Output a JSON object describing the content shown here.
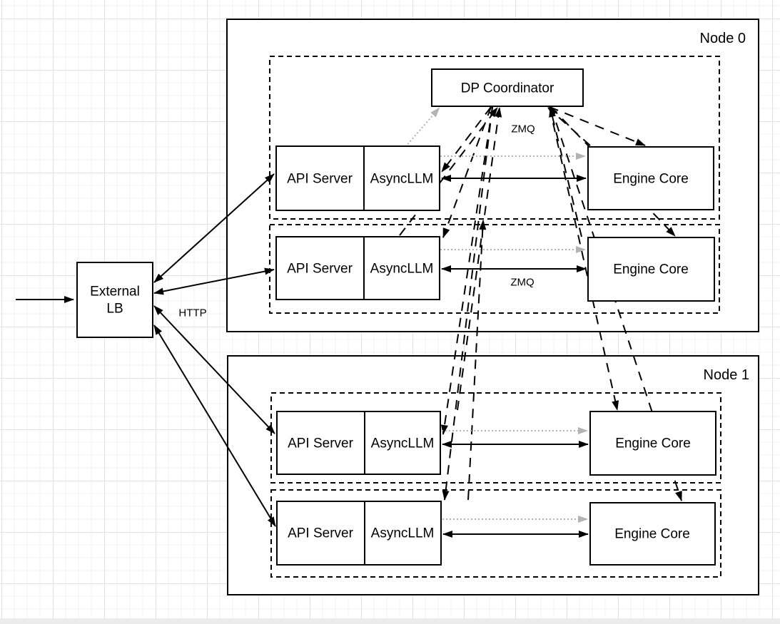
{
  "palette": {
    "ink": "#000000",
    "muted_gray": "#b3b3b3",
    "grid_minor": "#f3f3f3",
    "grid_major": "#e3e3e3",
    "canvas_edge_strip": "#ececec"
  },
  "external_lb": {
    "line1": "External",
    "line2": "LB"
  },
  "edge_labels": {
    "http": "HTTP",
    "zmq_coordinator": "ZMQ",
    "zmq_engine": "ZMQ"
  },
  "node0": {
    "title": "Node 0",
    "coordinator_label": "DP Coordinator",
    "replicas": [
      {
        "api_server": "API Server",
        "async_llm": "AsyncLLM",
        "engine_core": "Engine Core"
      },
      {
        "api_server": "API Server",
        "async_llm": "AsyncLLM",
        "engine_core": "Engine Core"
      }
    ]
  },
  "node1": {
    "title": "Node 1",
    "replicas": [
      {
        "api_server": "API Server",
        "async_llm": "AsyncLLM",
        "engine_core": "Engine Core"
      },
      {
        "api_server": "API Server",
        "async_llm": "AsyncLLM",
        "engine_core": "Engine Core"
      }
    ]
  }
}
